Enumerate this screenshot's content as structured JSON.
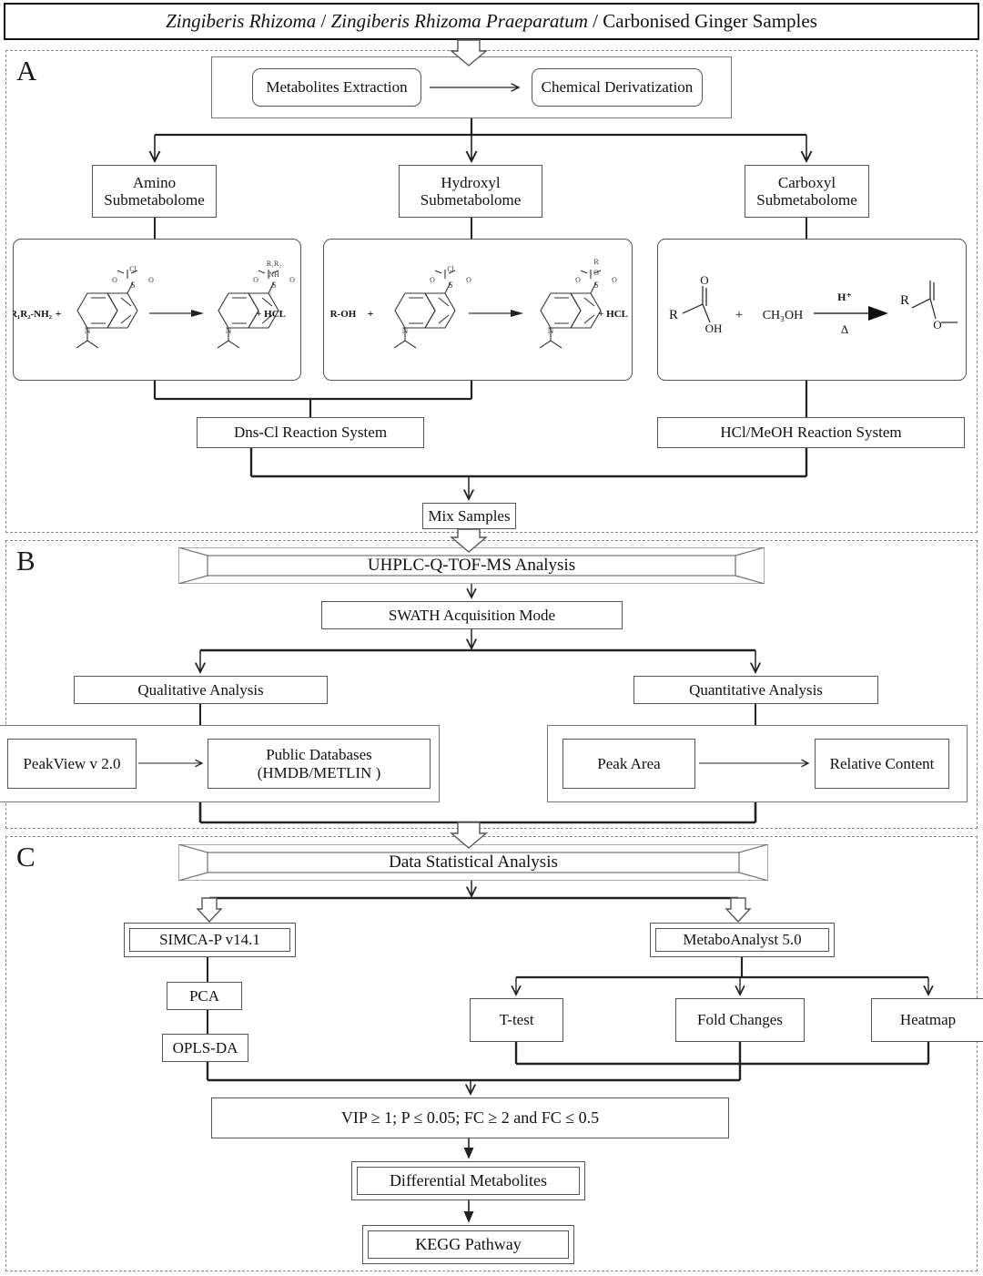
{
  "title": {
    "part_italic_1": "Zingiberis Rhizoma",
    "sep1": " / ",
    "part_italic_2": "Zingiberis Rhizoma Praeparatum",
    "sep2": " / ",
    "part_plain": "Carbonised Ginger Samples"
  },
  "sections": {
    "a": "A",
    "b": "B",
    "c": "C"
  },
  "section_a": {
    "extraction": "Metabolites Extraction",
    "derivatization": "Chemical Derivatization",
    "amino": "Amino\nSubmetabolome",
    "amino_l1": "Amino",
    "amino_l2": "Submetabolome",
    "hydroxyl_l1": "Hydroxyl",
    "hydroxyl_l2": "Submetabolome",
    "carboxyl_l1": "Carboxyl",
    "carboxyl_l2": "Submetabolome",
    "dns_system": "Dns-Cl Reaction System",
    "hcl_system": "HCl/MeOH Reaction System",
    "mix": "Mix Samples",
    "reaction_amino": {
      "reagent": "R₁R₂-NH₂",
      "plus": "+",
      "product_sub": "R₁R₂",
      "product_link": "NH",
      "byproduct": "+  HCL",
      "core": "dansyl-chloride"
    },
    "reaction_hydroxyl": {
      "reagent": "R-OH",
      "plus": "+",
      "product_sub": "R",
      "product_link": "O",
      "byproduct": "+  HCL",
      "core": "dansyl-chloride"
    },
    "reaction_carboxyl": {
      "acid_r": "R",
      "acid_o": "O",
      "acid_oh": "OH",
      "plus": "+",
      "methanol": "CH₃OH",
      "cond_top": "H⁺",
      "cond_bottom": "Δ",
      "ester_r": "R",
      "ester_o": "O"
    }
  },
  "section_b": {
    "banner": "UHPLC-Q-TOF-MS Analysis",
    "swath": "SWATH Acquisition Mode",
    "qualitative": "Qualitative Analysis",
    "quantitative": "Quantitative Analysis",
    "peakview": "PeakView v 2.0",
    "databases_l1": "Public Databases",
    "databases_l2": "(HMDB/METLIN )",
    "peak_area": "Peak Area",
    "relative_content": "Relative Content"
  },
  "section_c": {
    "banner": "Data Statistical Analysis",
    "simca": "SIMCA-P v14.1",
    "metaboanalyst": "MetaboAnalyst 5.0",
    "pca": "PCA",
    "oplsda": "OPLS-DA",
    "ttest": "T-test",
    "fold_changes": "Fold Changes",
    "heatmap": "Heatmap",
    "criteria": "VIP ≥ 1; P ≤ 0.05; FC ≥ 2 and FC ≤ 0.5",
    "differential": "Differential Metabolites",
    "kegg": "KEGG Pathway"
  },
  "colors": {
    "line": "#333333",
    "box_border": "#555555",
    "panel_dashed": "#8a8a8a",
    "title_border": "#111111",
    "background": "#ffffff"
  }
}
